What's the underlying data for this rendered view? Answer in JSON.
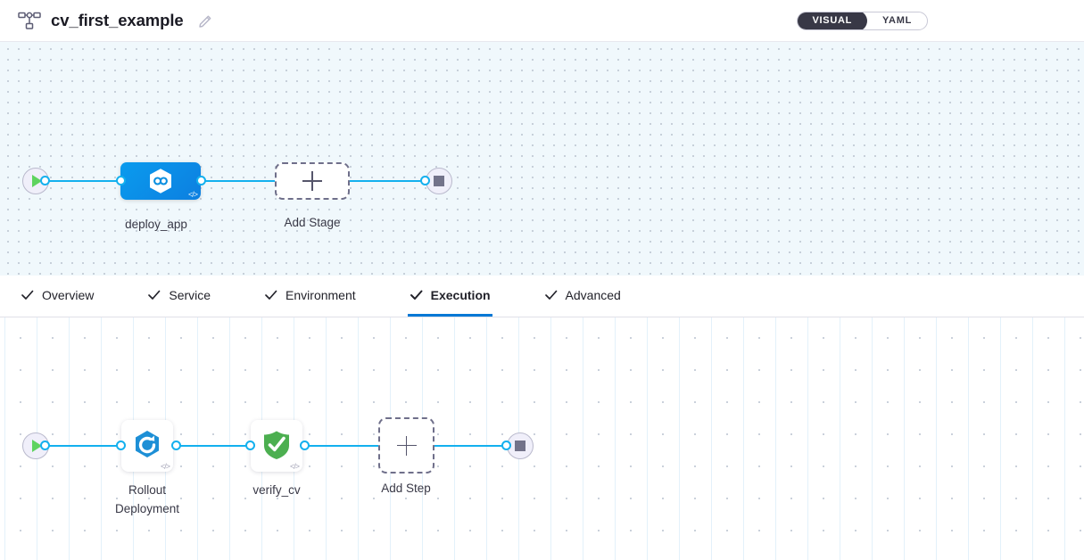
{
  "header": {
    "pipeline_icon": "pipeline-flow-icon",
    "title": "cv_first_example",
    "edit_icon": "pencil-icon",
    "view_toggle": {
      "options": [
        {
          "label": "VISUAL",
          "active": true
        },
        {
          "label": "YAML",
          "active": false
        }
      ],
      "active_bg": "#383846"
    }
  },
  "stage_canvas": {
    "start_node": {
      "name": "start-node",
      "icon": "play-icon"
    },
    "end_node": {
      "name": "end-node",
      "icon": "stop-icon"
    },
    "stages": [
      {
        "label": "deploy_app",
        "icon": "hexagon-infinity-icon",
        "code_badge": "</>",
        "color": "#0a9bee",
        "selected": true
      }
    ],
    "add_stage": {
      "label": "Add Stage",
      "icon": "plus-icon"
    }
  },
  "tabs": [
    {
      "label": "Overview",
      "icon": "check-icon",
      "active": false
    },
    {
      "label": "Service",
      "icon": "check-icon",
      "active": false
    },
    {
      "label": "Environment",
      "icon": "check-icon",
      "active": false
    },
    {
      "label": "Execution",
      "icon": "check-icon",
      "active": true
    },
    {
      "label": "Advanced",
      "icon": "check-icon",
      "active": false
    }
  ],
  "step_canvas": {
    "start_node": {
      "name": "start-node",
      "icon": "play-icon"
    },
    "end_node": {
      "name": "end-node",
      "icon": "stop-icon"
    },
    "steps": [
      {
        "label": "Rollout\nDeployment",
        "icon": "hexagon-rollout-icon",
        "code_badge": "</>",
        "color": "#1d8fd6"
      },
      {
        "label": "verify_cv",
        "icon": "shield-check-icon",
        "code_badge": "</>",
        "color": "#4caf50"
      }
    ],
    "add_step": {
      "label": "Add Step",
      "icon": "plus-icon"
    }
  },
  "colors": {
    "edge": "#13b0ee",
    "tab_active_underline": "#0278d5",
    "stage_canvas_bg": "#f0f8fc",
    "step_canvas_bg": "#ffffff"
  }
}
